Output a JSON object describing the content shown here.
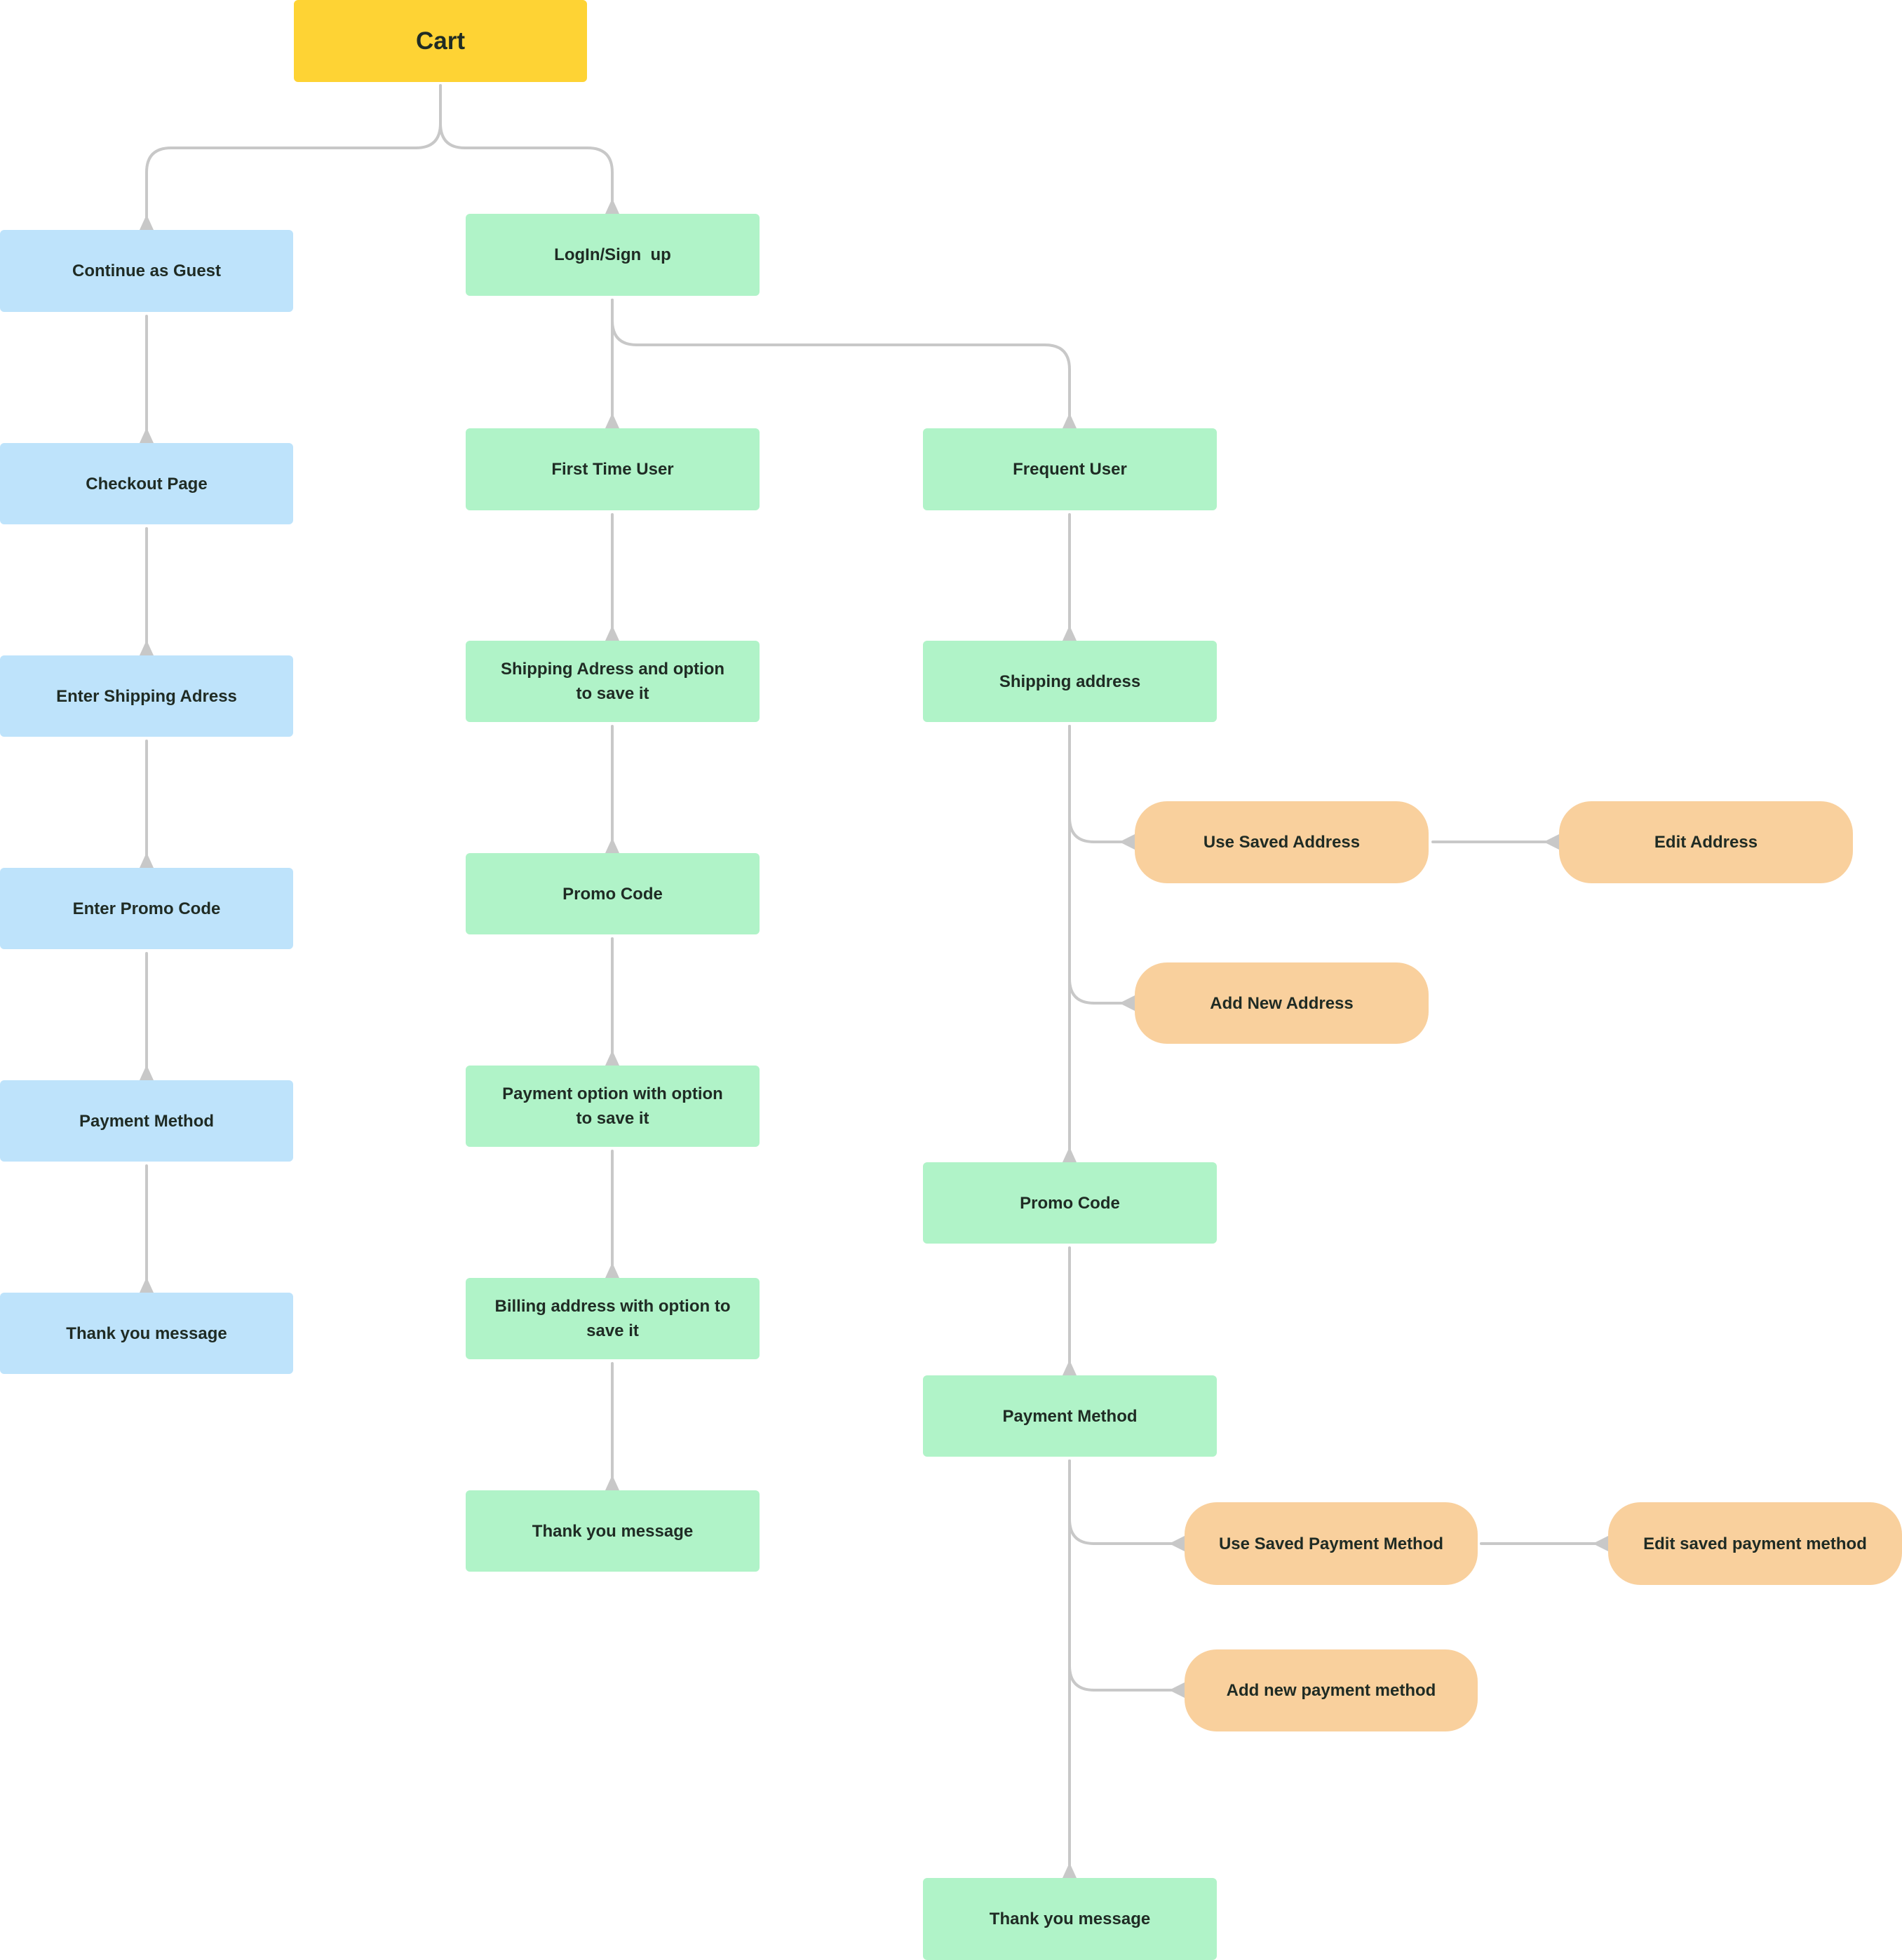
{
  "diagram": {
    "title": "Checkout flow",
    "colors": {
      "root": "#FED334",
      "guest": "#BEE3FB",
      "member": "#B0F3C8",
      "option": "#F9D09D",
      "connector": "#C8C8C8",
      "text": "#1F2B24"
    },
    "nodes": {
      "cart": "Cart",
      "guest": "Continue as Guest",
      "guest_checkout": "Checkout Page",
      "guest_shipping": "Enter Shipping Adress",
      "guest_promo": "Enter Promo Code",
      "guest_payment": "Payment Method",
      "guest_thanks": "Thank you message",
      "login": "LogIn/Sign  up",
      "first_time": "First Time User",
      "ft_shipping": "Shipping Adress and option to save it",
      "ft_promo": "Promo Code",
      "ft_payment": "Payment option with option to save it",
      "ft_billing": "Billing address with option to save it",
      "ft_thanks": "Thank you message",
      "frequent": "Frequent User",
      "fr_shipping": "Shipping address",
      "fr_use_saved_address": "Use Saved Address",
      "fr_edit_address": "Edit Address",
      "fr_add_address": "Add New Address",
      "fr_promo": "Promo Code",
      "fr_payment": "Payment Method",
      "fr_use_saved_payment": "Use Saved Payment Method",
      "fr_edit_payment": "Edit saved payment method",
      "fr_add_payment": "Add new payment method",
      "fr_thanks": "Thank you message"
    },
    "edges": [
      [
        "cart",
        "guest"
      ],
      [
        "cart",
        "login"
      ],
      [
        "guest",
        "guest_checkout"
      ],
      [
        "guest_checkout",
        "guest_shipping"
      ],
      [
        "guest_shipping",
        "guest_promo"
      ],
      [
        "guest_promo",
        "guest_payment"
      ],
      [
        "guest_payment",
        "guest_thanks"
      ],
      [
        "login",
        "first_time"
      ],
      [
        "login",
        "frequent"
      ],
      [
        "first_time",
        "ft_shipping"
      ],
      [
        "ft_shipping",
        "ft_promo"
      ],
      [
        "ft_promo",
        "ft_payment"
      ],
      [
        "ft_payment",
        "ft_billing"
      ],
      [
        "ft_billing",
        "ft_thanks"
      ],
      [
        "frequent",
        "fr_shipping"
      ],
      [
        "fr_shipping",
        "fr_use_saved_address"
      ],
      [
        "fr_use_saved_address",
        "fr_edit_address"
      ],
      [
        "fr_shipping",
        "fr_add_address"
      ],
      [
        "fr_shipping",
        "fr_promo"
      ],
      [
        "fr_promo",
        "fr_payment"
      ],
      [
        "fr_payment",
        "fr_use_saved_payment"
      ],
      [
        "fr_use_saved_payment",
        "fr_edit_payment"
      ],
      [
        "fr_payment",
        "fr_add_payment"
      ],
      [
        "fr_payment",
        "fr_thanks"
      ]
    ]
  }
}
